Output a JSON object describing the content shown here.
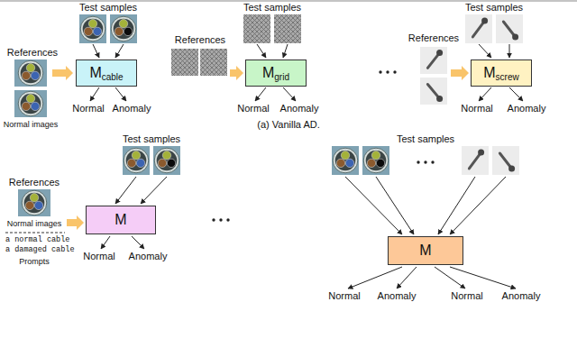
{
  "diagram": {
    "nodes": [
      {
        "text": [
          "M",
          "cable"
        ]
      },
      {
        "text": [
          "M",
          "grid"
        ]
      },
      {
        "text": [
          "M",
          "screw"
        ]
      },
      {
        "text": [
          "M"
        ]
      },
      {
        "text": [
          "M"
        ]
      }
    ],
    "labels": [
      "Test samples",
      "References",
      "Normal images",
      "Normal",
      "Anomaly",
      "Test samples",
      "References",
      "Normal",
      "Anomaly",
      "Test samples",
      "References",
      "Normal",
      "Anomaly",
      "(a) Vanilla AD.",
      "Test samples",
      "References",
      "Normal images",
      "a normal cable",
      "a damaged cable",
      "Prompts",
      "Normal",
      "Anomaly",
      "Test samples",
      "Normal",
      "Anomaly",
      "Normal",
      "Anomaly"
    ]
  }
}
